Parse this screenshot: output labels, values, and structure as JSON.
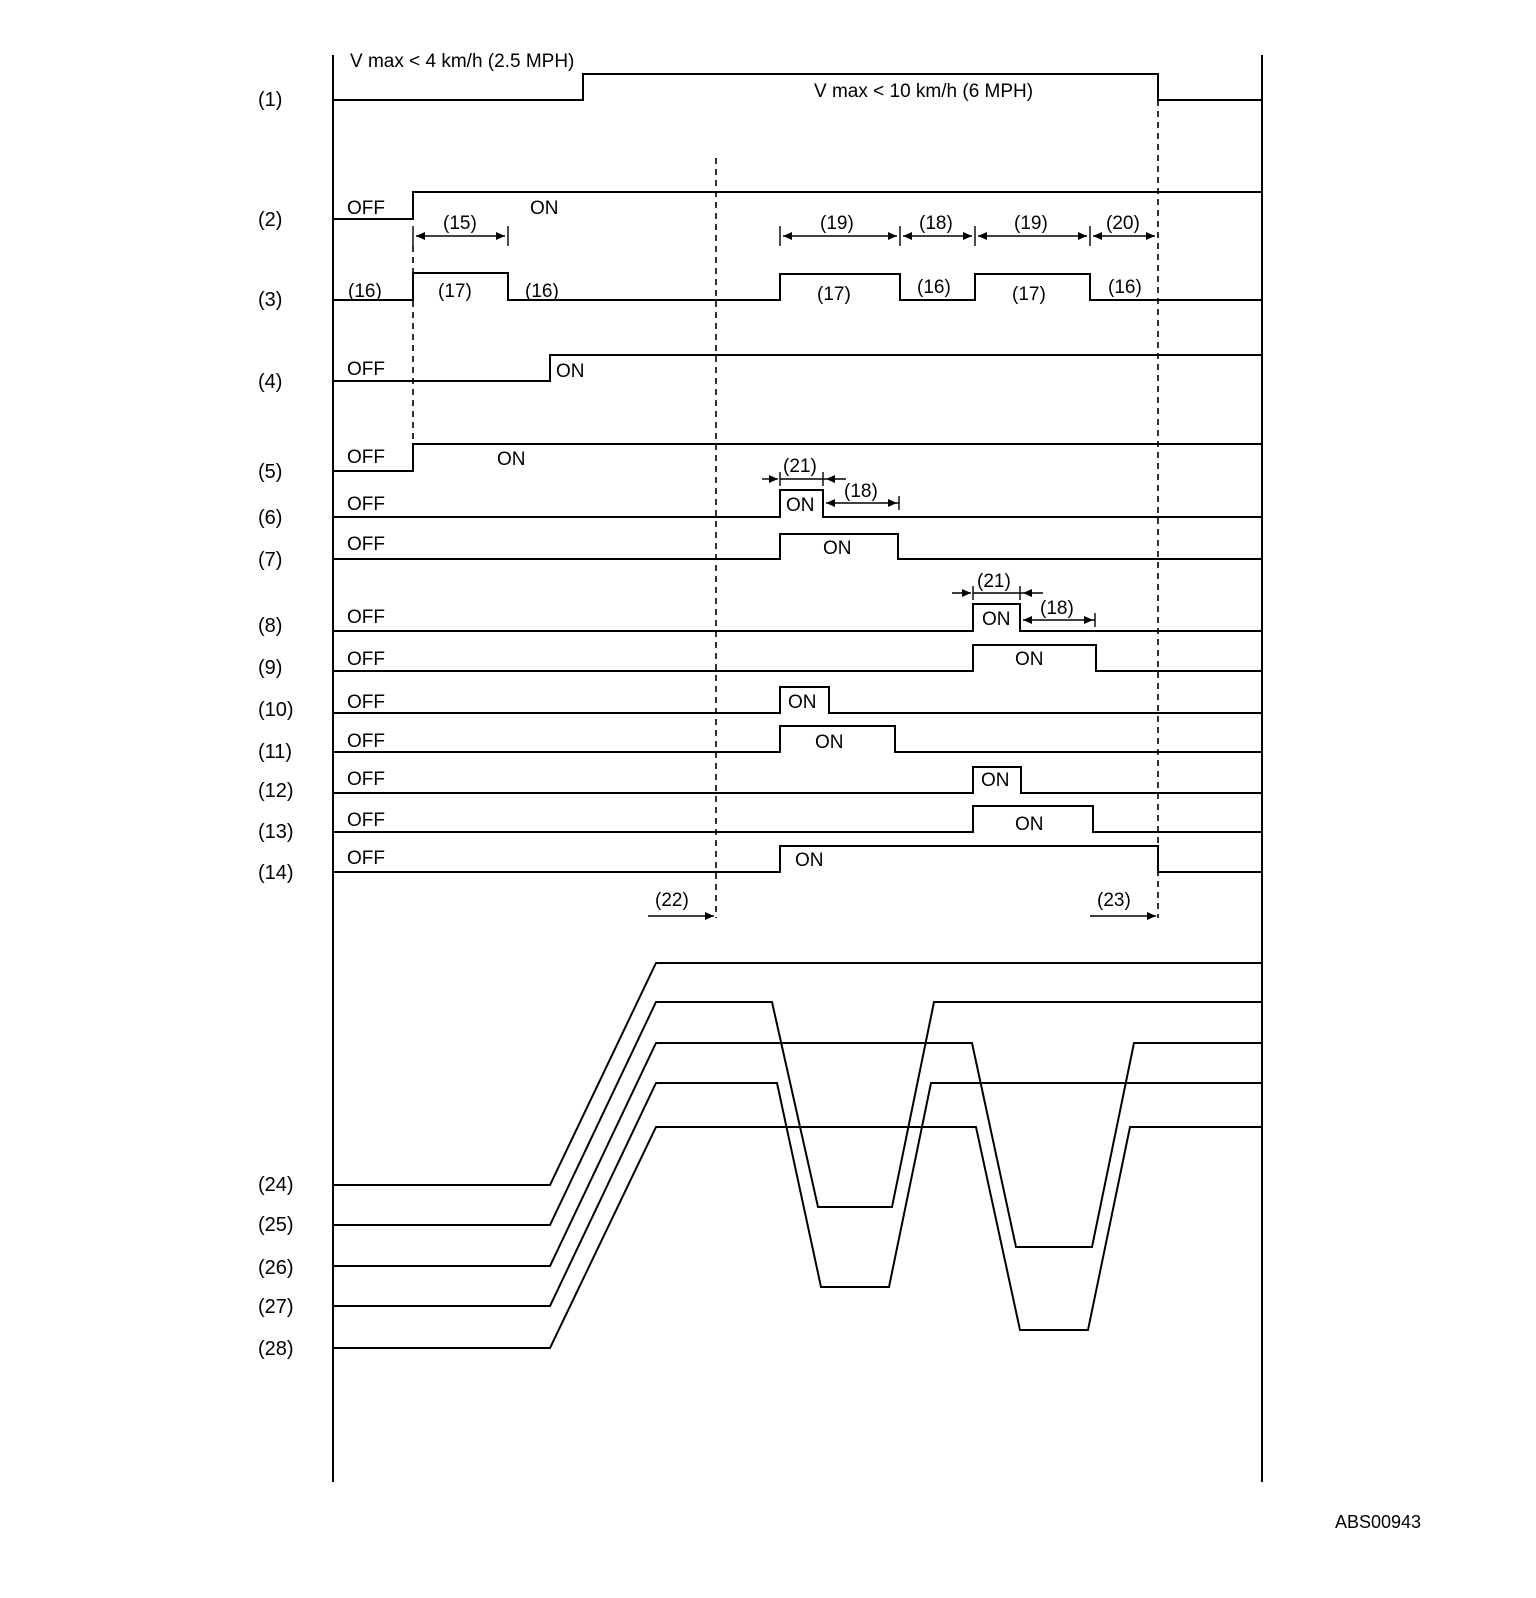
{
  "signals": [
    {
      "label": "(1)",
      "texts": [
        "V max < 4 km/h (2.5 MPH)",
        "V max < 10 km/h (6 MPH)"
      ]
    },
    {
      "label": "(2)",
      "texts": [
        "OFF",
        "ON"
      ]
    },
    {
      "label": "(3)",
      "texts": [
        "(16)",
        "(17)",
        "(16)",
        "(17)",
        "(16)",
        "(17)",
        "(16)"
      ]
    },
    {
      "label": "(4)",
      "texts": [
        "OFF",
        "ON"
      ]
    },
    {
      "label": "(5)",
      "texts": [
        "OFF",
        "ON"
      ]
    },
    {
      "label": "(6)",
      "texts": [
        "OFF",
        "ON"
      ]
    },
    {
      "label": "(7)",
      "texts": [
        "OFF",
        "ON"
      ]
    },
    {
      "label": "(8)",
      "texts": [
        "OFF",
        "ON"
      ]
    },
    {
      "label": "(9)",
      "texts": [
        "OFF",
        "ON"
      ]
    },
    {
      "label": "(10)",
      "texts": [
        "OFF",
        "ON"
      ]
    },
    {
      "label": "(11)",
      "texts": [
        "OFF",
        "ON"
      ]
    },
    {
      "label": "(12)",
      "texts": [
        "OFF",
        "ON"
      ]
    },
    {
      "label": "(13)",
      "texts": [
        "OFF",
        "ON"
      ]
    },
    {
      "label": "(14)",
      "texts": [
        "OFF",
        "ON"
      ]
    }
  ],
  "intervals": [
    "(15)",
    "(19)",
    "(18)",
    "(19)",
    "(20)",
    "(21)",
    "(18)",
    "(21)",
    "(18)"
  ],
  "markers": [
    "(22)",
    "(23)"
  ],
  "analog_labels": [
    "(24)",
    "(25)",
    "(26)",
    "(27)",
    "(28)"
  ],
  "figure_code": "ABS00943"
}
